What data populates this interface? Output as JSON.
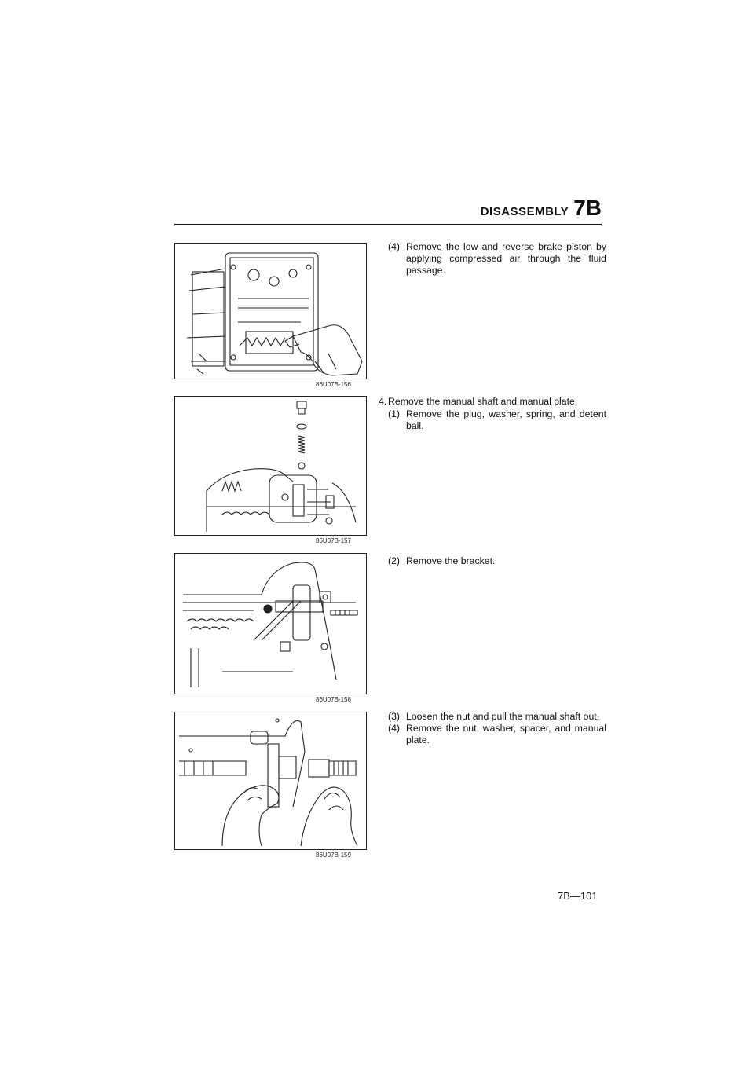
{
  "header": {
    "section_word": "DISASSEMBLY",
    "section_code": "7B"
  },
  "figures": [
    {
      "code": "86U07B-156",
      "icon": "brake-piston-air-illustration"
    },
    {
      "code": "86U07B-157",
      "icon": "detent-ball-plug-illustration"
    },
    {
      "code": "86U07B-158",
      "icon": "bracket-removal-illustration"
    },
    {
      "code": "86U07B-159",
      "icon": "manual-shaft-illustration"
    }
  ],
  "instructions": {
    "block1": {
      "num": "(4)",
      "text": "Remove the low and reverse brake piston by applying compressed air through the fluid passage."
    },
    "block2": {
      "heading": {
        "num": "4.",
        "text": "Remove the manual shaft and manual plate."
      },
      "step": {
        "num": "(1)",
        "text": "Remove the plug, washer, spring, and detent ball."
      }
    },
    "block3": {
      "num": "(2)",
      "text": "Remove the bracket."
    },
    "block4": {
      "step1": {
        "num": "(3)",
        "text": "Loosen the nut and pull the manual shaft out."
      },
      "step2": {
        "num": "(4)",
        "text": "Remove the nut, washer, spacer, and manual plate."
      }
    }
  },
  "page_number": "7B—101"
}
